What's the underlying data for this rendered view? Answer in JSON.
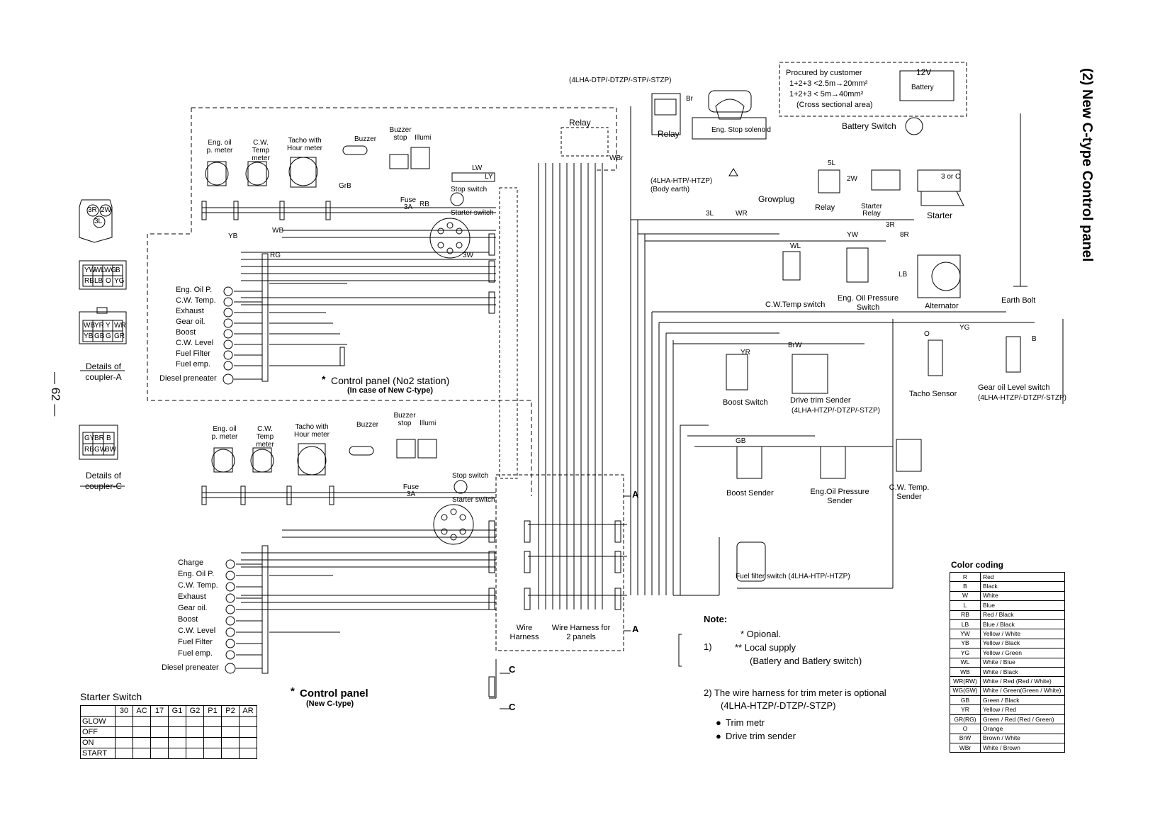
{
  "page": {
    "title": "(2) New C-type Control panel",
    "page_number": "— 62 —"
  },
  "coupler_a": {
    "caption": "Details of coupler-A",
    "round_pins": [
      "3R",
      "2W",
      "3L"
    ],
    "row1": [
      "YW",
      "WL",
      "WG",
      "B"
    ],
    "row2": [
      "RB",
      "LB",
      "O",
      "YG"
    ],
    "row3": [
      "WB",
      "YR",
      "Y",
      "WR"
    ],
    "row4": [
      "YB",
      "GB",
      "G",
      "GR"
    ]
  },
  "coupler_c": {
    "caption": "Details of coupler-C",
    "row1": [
      "GY",
      "BR",
      "B"
    ],
    "row2": [
      "RB",
      "GW",
      "BW"
    ]
  },
  "panel_no2": {
    "gauges": [
      "Eng. oil p. meter",
      "C.W. Temp meter",
      "Tacho with Hour meter"
    ],
    "buzzer": "Buzzer",
    "buzzer_stop": "Buzzer stop",
    "illumi": "Illumi",
    "fuse": "Fuse 3A",
    "stop_switch": "Stop switch",
    "starter_switch": "Starter switch",
    "lamps": [
      "Eng. Oil P.",
      "C.W. Temp.",
      "Exhaust",
      "Gear oil.",
      "Boost",
      "C.W. Level",
      "Fuel Filter",
      "Fuel emp.",
      "Diesel preneater"
    ],
    "caption": "Control panel (No2 station)",
    "subcaption": "(In case of New C-type)"
  },
  "panel_main": {
    "gauges": [
      "Eng. oil p. meter",
      "C.W. Temp meter",
      "Tacho with Hour meter"
    ],
    "buzzer": "Buzzer",
    "buzzer_stop": "Buzzer stop",
    "illumi": "Illumi",
    "fuse": "Fuse 3A",
    "stop_switch": "Stop switch",
    "starter_switch": "Starter switch",
    "lamps": [
      "Charge",
      "Eng. Oil P.",
      "C.W. Temp.",
      "Exhaust",
      "Gear oil.",
      "Boost",
      "C.W. Level",
      "Fuel Filter",
      "Fuel emp.",
      "Diesel preneater"
    ],
    "caption": "Control panel",
    "subcaption": "(New C-type)"
  },
  "harness": {
    "wire_harness": "Wire Harness",
    "wire_harness_2": "Wire Harness for 2 panels",
    "marker_a": "A",
    "marker_c": "C"
  },
  "engine_side": {
    "relay_top": "Relay",
    "relay_model": "(4LHA-DTP/-DTZP/-STP/-STZP)",
    "relay_label": "Relay",
    "stop_solenoid": "Eng. Stop solenoid",
    "body_earth": "(4LHA-HTP/-HTZP) (Body earth)",
    "growplug": "Growplug",
    "relay2": "Relay",
    "starter_relay": "Starter Relay",
    "starter": "Starter",
    "three_or_c": "3 or C",
    "alternator": "Alternator",
    "earth_bolt": "Earth Bolt",
    "cw_temp_switch": "C.W.Temp switch",
    "eng_oil_pressure_switch": "Eng. Oil Pressure Switch",
    "boost_switch": "Boost Switch",
    "drive_trim_sender": "Drive trim Sender",
    "drive_trim_model": "(4LHA-HTZP/-DTZP/-STZP)",
    "tacho_sensor": "Tacho Sensor",
    "gear_oil_level_switch": "Gear oil Level switch",
    "gear_oil_model": "(4LHA-HTZP/-DTZP/-STZP)",
    "boost_sender": "Boost Sender",
    "eng_oil_pressure_sender": "Eng.Oil Pressure Sender",
    "cw_temp_sender": "C.W. Temp. Sender",
    "fuel_filter_switch": "Fuel filter switch (4LHA-HTP/-HTZP)"
  },
  "battery_box": {
    "line1": "Procured by customer",
    "line2": "1+2+3 <2.5m→20mm²",
    "line3": "1+2+3 < 5m→40mm²",
    "line4": "(Cross sectional area)",
    "voltage": "12V",
    "battery": "Battery",
    "battery_switch": "Battery Switch"
  },
  "wire_codes": [
    "LW",
    "LY",
    "RB",
    "YB",
    "WB",
    "RG",
    "GrB",
    "WBr",
    "Br",
    "5L",
    "2W",
    "8R",
    "3L",
    "WR",
    "3R",
    "YW",
    "WL",
    "LB",
    "YG",
    "O",
    "BrW",
    "YR",
    "GB",
    "B",
    "3W"
  ],
  "notes": {
    "heading": "Note:",
    "n1_prefix": "1)",
    "n1_a": "* Opional.",
    "n1_b": "** Local supply",
    "n1_c": "(Batlery and Batlery switch)",
    "n2": "2)  The wire harness for trim meter is optional",
    "n2_model": "(4LHA-HTZP/-DTZP/-STZP)",
    "bullet1": "Trim metr",
    "bullet2": "Drive trim sender"
  },
  "color_coding": {
    "heading": "Color coding",
    "rows": [
      [
        "R",
        "Red"
      ],
      [
        "B",
        "Black"
      ],
      [
        "W",
        "White"
      ],
      [
        "L",
        "Blue"
      ],
      [
        "RB",
        "Red / Black"
      ],
      [
        "LB",
        "Blue / Black"
      ],
      [
        "YW",
        "Yellow / White"
      ],
      [
        "YB",
        "Yellow / Black"
      ],
      [
        "YG",
        "Yellow / Green"
      ],
      [
        "WL",
        "White / Blue"
      ],
      [
        "WB",
        "White / Black"
      ],
      [
        "WR(RW)",
        "White / Red (Red / White)"
      ],
      [
        "WG(GW)",
        "White / Green(Green / White)"
      ],
      [
        "GB",
        "Green / Black"
      ],
      [
        "YR",
        "Yellow / Red"
      ],
      [
        "GR(RG)",
        "Green / Red (Red / Green)"
      ],
      [
        "O",
        "Orange"
      ],
      [
        "BrW",
        "Brown / White"
      ],
      [
        "WBr",
        "White / Brown"
      ]
    ]
  },
  "starter_switch": {
    "title": "Starter Switch",
    "columns": [
      "30",
      "AC",
      "17",
      "G1",
      "G2",
      "P1",
      "P2",
      "AR"
    ],
    "rows": [
      "GLOW",
      "OFF",
      "ON",
      "START"
    ]
  }
}
